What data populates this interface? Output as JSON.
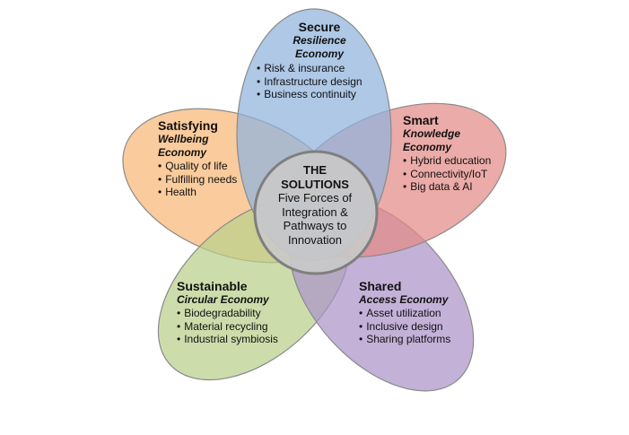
{
  "colors": {
    "secure": "#8fb3dc",
    "smart": "#e38a86",
    "shared": "#ac93c9",
    "sustainable": "#b9d08a",
    "satisfying": "#f6b777",
    "center": "#c9c9c9"
  },
  "center": {
    "title_line1": "THE",
    "title_line2": "SOLUTIONS",
    "line1": "Five Forces of",
    "line2": "Integration &",
    "line3": "Pathways to",
    "line4": "Innovation"
  },
  "petals": {
    "secure": {
      "title": "Secure",
      "sub1": "Resilience",
      "sub2": "Economy",
      "items": [
        "Risk & insurance",
        "Infrastructure design",
        "Business continuity"
      ]
    },
    "smart": {
      "title": "Smart",
      "sub1": "Knowledge",
      "sub2": "Economy",
      "items": [
        "Hybrid education",
        "Connectivity/IoT",
        "Big data & AI"
      ]
    },
    "shared": {
      "title": "Shared",
      "sub1": "Access Economy",
      "items": [
        "Asset utilization",
        "Inclusive design",
        "Sharing platforms"
      ]
    },
    "sustainable": {
      "title": "Sustainable",
      "sub1": "Circular Economy",
      "items": [
        "Biodegradability",
        "Material recycling",
        "Industrial symbiosis"
      ]
    },
    "satisfying": {
      "title": "Satisfying",
      "sub1": "Wellbeing",
      "sub2": "Economy",
      "items": [
        "Quality of life",
        "Fulfilling needs",
        "Health"
      ]
    }
  }
}
